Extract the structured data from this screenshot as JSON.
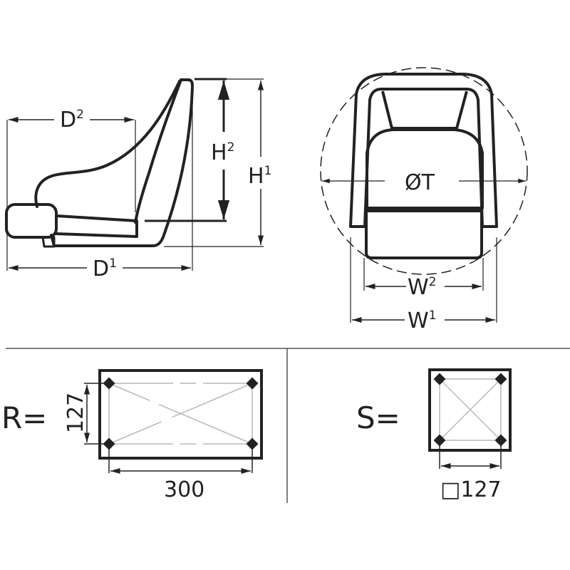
{
  "side_view": {
    "depth_overall": {
      "base": "D",
      "sup": "1"
    },
    "depth_seat": {
      "base": "D",
      "sup": "2"
    },
    "height_overall": {
      "base": "H",
      "sup": "1"
    },
    "height_back": {
      "base": "H",
      "sup": "2"
    }
  },
  "front_view": {
    "swing_diameter": "ØT",
    "width_overall": {
      "base": "W",
      "sup": "1"
    },
    "width_seat": {
      "base": "W",
      "sup": "2"
    }
  },
  "mount_rect": {
    "prefix": "R=",
    "height_dim": "127",
    "width_dim": "300"
  },
  "mount_square": {
    "prefix": "S=",
    "size_dim": "□127"
  },
  "colors": {
    "line": "#222222",
    "guide": "#b8b8b8",
    "divider": "#555555"
  }
}
